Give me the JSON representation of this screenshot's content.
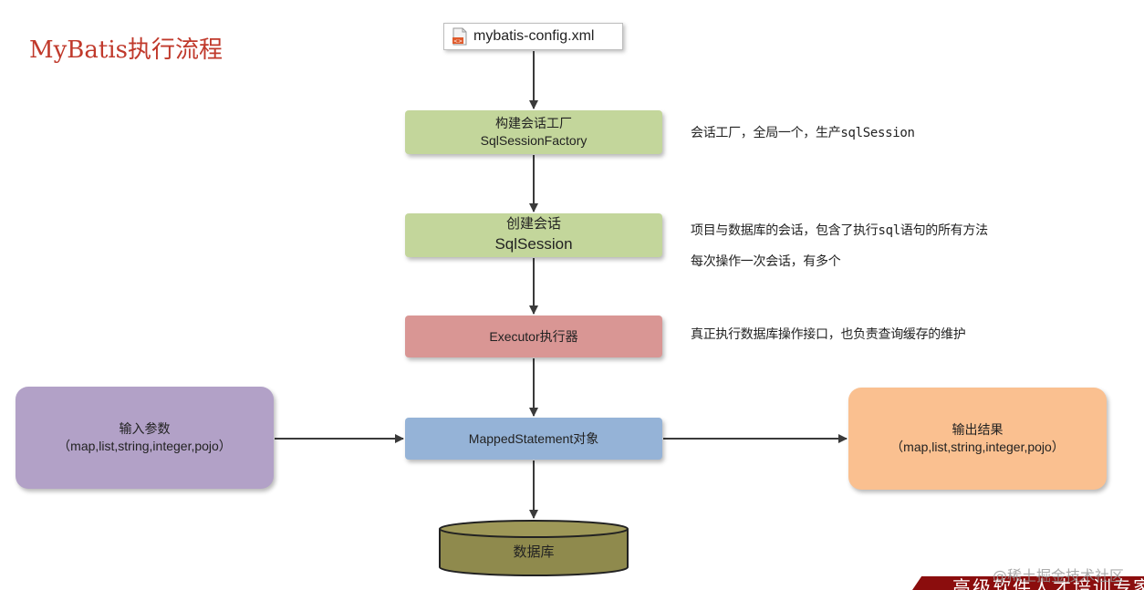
{
  "title": "MyBatis执行流程",
  "config_file": {
    "name": "mybatis-config.xml",
    "icon": "xml-file-icon"
  },
  "nodes": {
    "factory": {
      "line1": "构建会话工厂",
      "line2": "SqlSessionFactory"
    },
    "session": {
      "line1": "创建会话",
      "line2": "SqlSession"
    },
    "executor": {
      "label": "Executor执行器"
    },
    "mapped": {
      "label": "MappedStatement对象"
    },
    "input": {
      "line1": "输入参数",
      "line2": "（map,list,string,integer,pojo）"
    },
    "output": {
      "line1": "输出结果",
      "line2": "（map,list,string,integer,pojo）"
    },
    "database": {
      "label": "数据库"
    }
  },
  "notes": {
    "factory": "会话工厂，全局一个，生产sqlSession",
    "session_1": "项目与数据库的会话，包含了执行sql语句的所有方法",
    "session_2": "每次操作一次会话，有多个",
    "executor": "真正执行数据库操作接口，也负责查询缓存的维护"
  },
  "watermark": "@稀土掘金技术社区",
  "banner": "高级软件人才培训专家",
  "colors": {
    "title": "#c0392b",
    "green": "#c3d69b",
    "red": "#d99694",
    "blue": "#95b3d7",
    "purple": "#b2a1c7",
    "orange": "#fac090",
    "database": "#8f8a4d",
    "banner": "#8b0d0d"
  }
}
